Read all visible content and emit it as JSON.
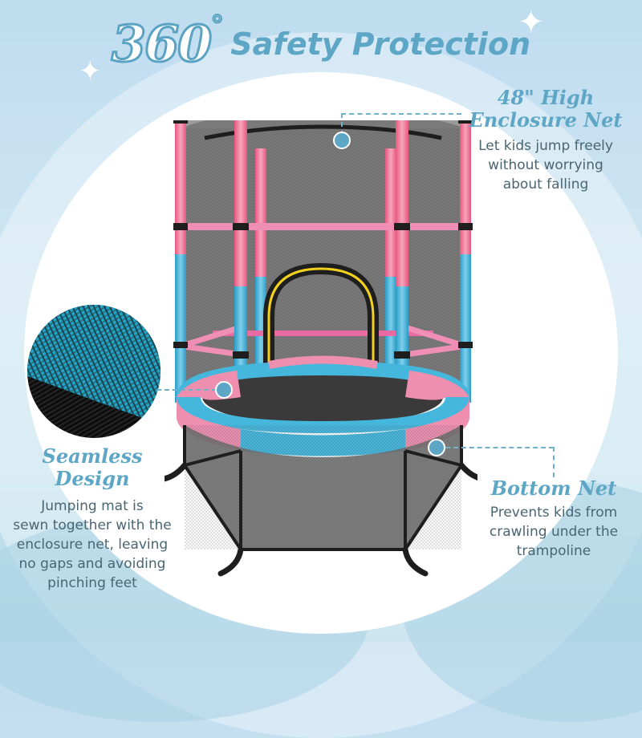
{
  "title": {
    "number": "360",
    "degree": "°",
    "text": "Safety Protection"
  },
  "callouts": [
    {
      "id": "enclosure-net",
      "heading_line1": "48\" High",
      "heading_line2": "Enclosure Net",
      "body_lines": [
        "Let kids jump freely",
        "without worrying",
        "about falling"
      ]
    },
    {
      "id": "seamless-design",
      "heading_line1": "Seamless",
      "heading_line2": "Design",
      "body_lines": [
        "Jumping mat is",
        "sewn together with the",
        "enclosure net, leaving",
        "no gaps and avoiding",
        "pinching feet"
      ]
    },
    {
      "id": "bottom-net",
      "heading_line1": "Bottom Net",
      "body_lines": [
        "Prevents kids from",
        "crawling under the",
        "trampoline"
      ]
    }
  ],
  "colors": {
    "accent": "#5ea6c6",
    "text": "#4a6572",
    "pink": "#ee7fa3",
    "blue": "#45b6dc",
    "net": "#6f6f6f",
    "frame": "#1e1e1e",
    "zipper": "#f2d21c"
  },
  "icons": {
    "sparkle": "✦"
  }
}
